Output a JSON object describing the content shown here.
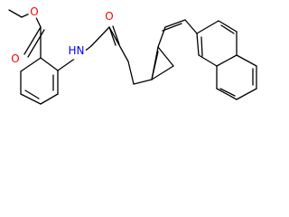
{
  "molecule": {
    "atoms": {
      "carbonyl_oxygen": "O",
      "amide_nitrogen": "N",
      "amide_hydrogen": "H",
      "ester_oxygen_single": "O",
      "ester_oxygen_double": "O"
    },
    "colors": {
      "bond": "#000000",
      "oxygen": "#ff0000",
      "nitrogen": "#0000ff"
    }
  }
}
